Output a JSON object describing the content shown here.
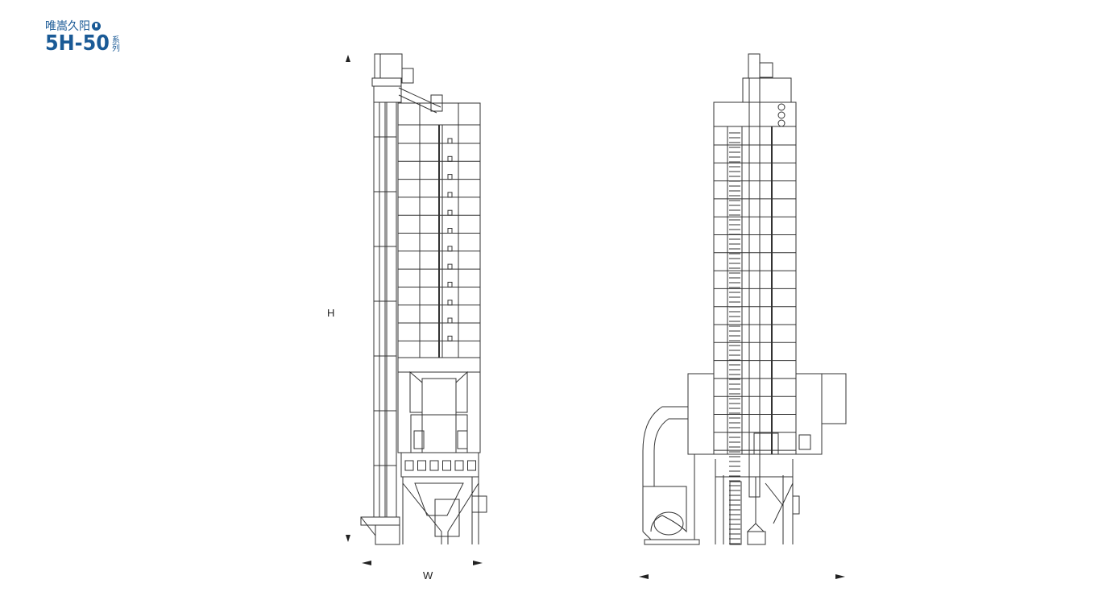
{
  "brand": {
    "name": "唯嵩久阳",
    "model": "5H-50",
    "series_label": "系列"
  },
  "dimensions": {
    "height_label": "H",
    "width_label": "W"
  },
  "views": [
    {
      "name": "side-view"
    },
    {
      "name": "front-view"
    }
  ],
  "colors": {
    "brand": "#1a5a96",
    "line": "#333333"
  },
  "icons": [
    "info-icon",
    "arrow-up-icon",
    "arrow-down-icon",
    "arrow-left-icon",
    "arrow-right-icon"
  ]
}
